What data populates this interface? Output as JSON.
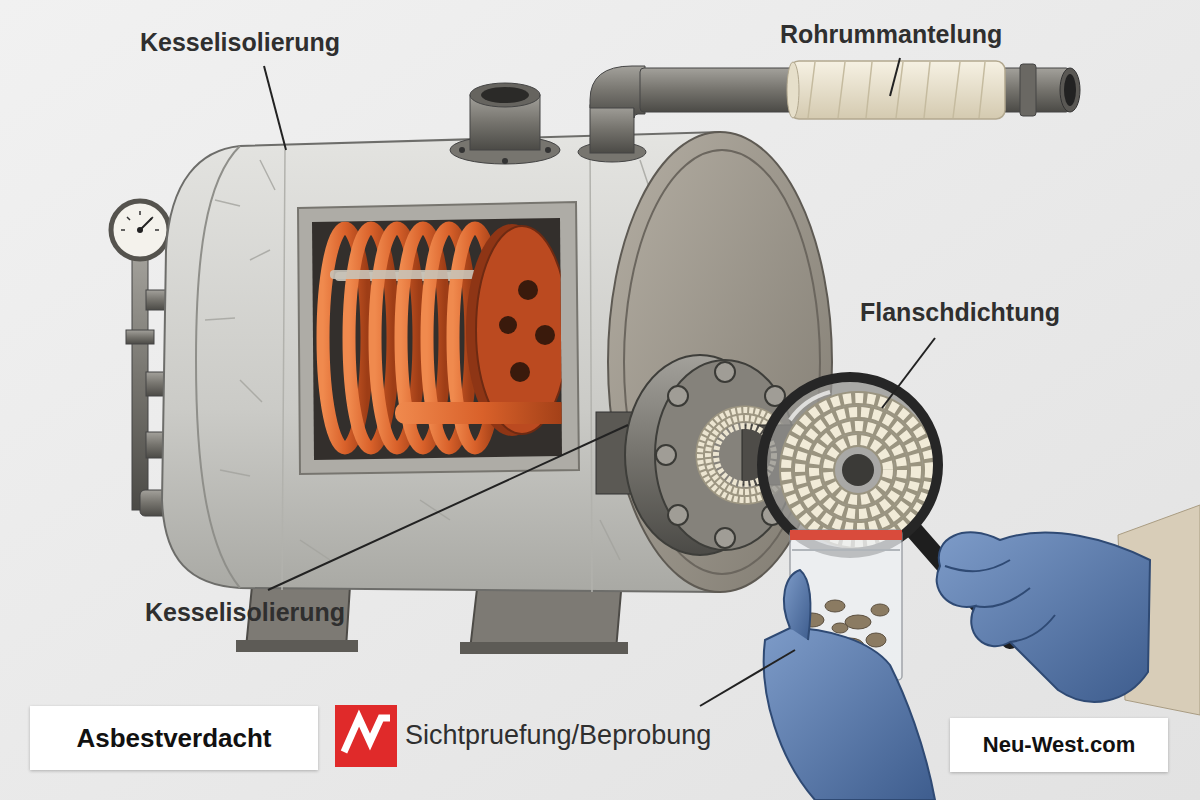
{
  "diagram": {
    "nodes": [
      {
        "text": [
          "Asbestverdacht"
        ]
      },
      {
        "text": [
          "Neu-West.com"
        ]
      }
    ],
    "labels": [
      "Kesselisolierung",
      "Rohrummantelung",
      "Flanschdichtung",
      "Kesselisolierung",
      "Sichtpruefung/Beprobung"
    ]
  }
}
